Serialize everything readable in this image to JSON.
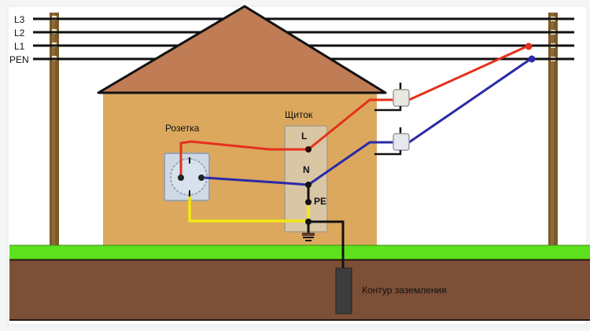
{
  "diagram": {
    "title": "TN-C-S grounding scheme: overhead line to house socket",
    "line_labels": [
      "L3",
      "L2",
      "L1",
      "PEN"
    ],
    "labels": {
      "socket": "Розетка",
      "panel": "Щиток",
      "panel_l": "L",
      "panel_n": "N",
      "panel_pe": "PE",
      "ground_loop": "Контур заземления"
    },
    "colors": {
      "background": "#f4f5f5",
      "roof": "#bf7c55",
      "wall": "#dba85e",
      "grass": "#5ce11c",
      "soil": "#7c4f37",
      "pole": "#7b5a2a",
      "phase_wire": "#e5301c",
      "neutral_wire": "#2a2aa8",
      "pe_wire": "#f1e812",
      "ground_wire": "#111111",
      "panel": "#d9c6a5",
      "socket": "#cfd8e6",
      "ground_rod": "#3d3d3d"
    },
    "connections": [
      {
        "from": "L1",
        "to": "panel_l",
        "wire": "phase_wire"
      },
      {
        "from": "PEN",
        "to": "panel_n",
        "wire": "neutral_wire"
      },
      {
        "from": "panel_l",
        "to": "socket_phase",
        "wire": "phase_wire"
      },
      {
        "from": "panel_n",
        "to": "socket_neutral",
        "wire": "neutral_wire"
      },
      {
        "from": "panel_n",
        "to": "panel_pe",
        "wire": "ground_wire"
      },
      {
        "from": "panel_pe",
        "to": "socket_ground",
        "wire": "pe_wire"
      },
      {
        "from": "panel_pe",
        "to": "ground_loop",
        "wire": "ground_wire"
      }
    ]
  }
}
